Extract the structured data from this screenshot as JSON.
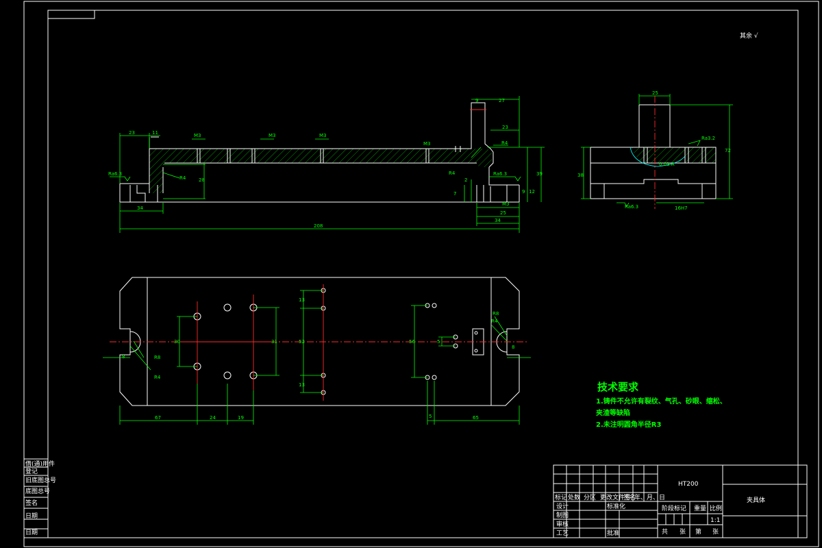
{
  "corner_symbol": "其余 √",
  "dims_front": {
    "d23a": "23",
    "d11": "11",
    "m3a": "M3",
    "m3b": "M3",
    "m3c": "M3",
    "m3d": "M3",
    "d9": "9",
    "d27": "27",
    "d23b": "23",
    "r4a": "R4",
    "r4b": "R4",
    "r4c": "R4",
    "d28": "28",
    "d2": "2",
    "d7": "7",
    "d12": "12",
    "d9b": "9",
    "d39": "39",
    "d34a": "34",
    "m3e": "M3",
    "d25": "25",
    "d34b": "34",
    "d208": "208",
    "ra_a": "Ra6.3",
    "ra_b": "Ra6.3"
  },
  "dims_side": {
    "d25": "25",
    "d72": "72",
    "d38": "38",
    "ra_c": "Ra3.2",
    "ra_d": "Ra6.3",
    "fit": "16H7",
    "cut": "0.03 A"
  },
  "dims_top": {
    "r8a": "R8",
    "r4a": "R4",
    "d8a": "8",
    "r8b": "R8",
    "r4b": "R4",
    "d8b": "8",
    "d30": "30",
    "d31": "31",
    "d52": "52",
    "d13a": "13",
    "d13b": "13",
    "d56": "56",
    "d5a": "5",
    "d5b": "5",
    "d67": "67",
    "d24": "24",
    "d19": "19",
    "d65": "65"
  },
  "tech": {
    "title": "技术要求",
    "line1": "1.铸件不允许有裂纹、气孔、砂眼、缩松、",
    "line2": "夹渣等缺陷",
    "line3": "2.未注明圆角半径R3"
  },
  "title_block": {
    "material": "HT200",
    "part_name": "夹具体",
    "hdr_mark": "标记",
    "hdr_count": "处数",
    "hdr_zone": "分区",
    "hdr_doc": "更改文件号",
    "hdr_sign": "签名",
    "hdr_date": "年、月、日",
    "design": "设计",
    "standard": "标准化",
    "drawn": "制图",
    "check": "审核",
    "process": "工艺",
    "approve": "批准",
    "stage": "阶段标记",
    "weight": "重量",
    "scale_lbl": "比例",
    "scale": "1:1",
    "total": "共",
    "sheets": "张",
    "page": "第",
    "sheet2": "张"
  },
  "side_block": {
    "r1": "借(通)用件",
    "r2": "登记",
    "r3": "旧底图总号",
    "r4": "底图总号",
    "r5": "签名",
    "r6": "日期",
    "r7": "日期"
  }
}
